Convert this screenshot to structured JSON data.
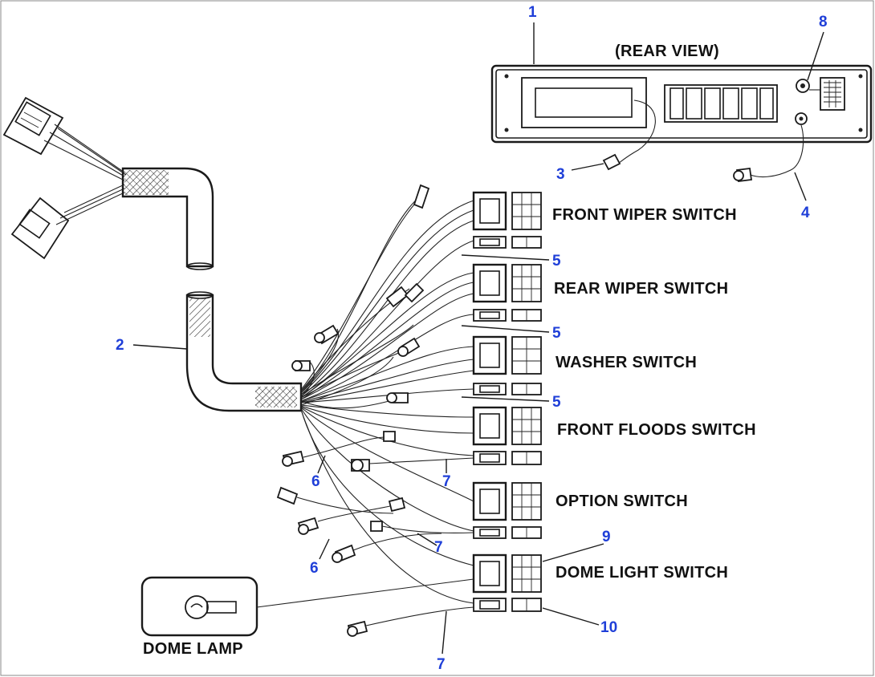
{
  "labels": {
    "rear_view": "(REAR VIEW)",
    "front_wiper_switch": "FRONT WIPER SWITCH",
    "rear_wiper_switch": "REAR WIPER SWITCH",
    "washer_switch": "WASHER SWITCH",
    "front_floods_switch": "FRONT FLOODS SWITCH",
    "option_switch": "OPTION SWITCH",
    "dome_light_switch": "DOME LIGHT SWITCH",
    "dome_lamp": "DOME LAMP"
  },
  "callouts": {
    "c1": "1",
    "c2": "2",
    "c3": "3",
    "c4": "4",
    "c5a": "5",
    "c5b": "5",
    "c5c": "5",
    "c6a": "6",
    "c6b": "6",
    "c7a": "7",
    "c7b": "7",
    "c7c": "7",
    "c8": "8",
    "c9": "9",
    "c10": "10"
  },
  "colors": {
    "callout": "#1f3fd8",
    "ink": "#1a1a1a"
  }
}
